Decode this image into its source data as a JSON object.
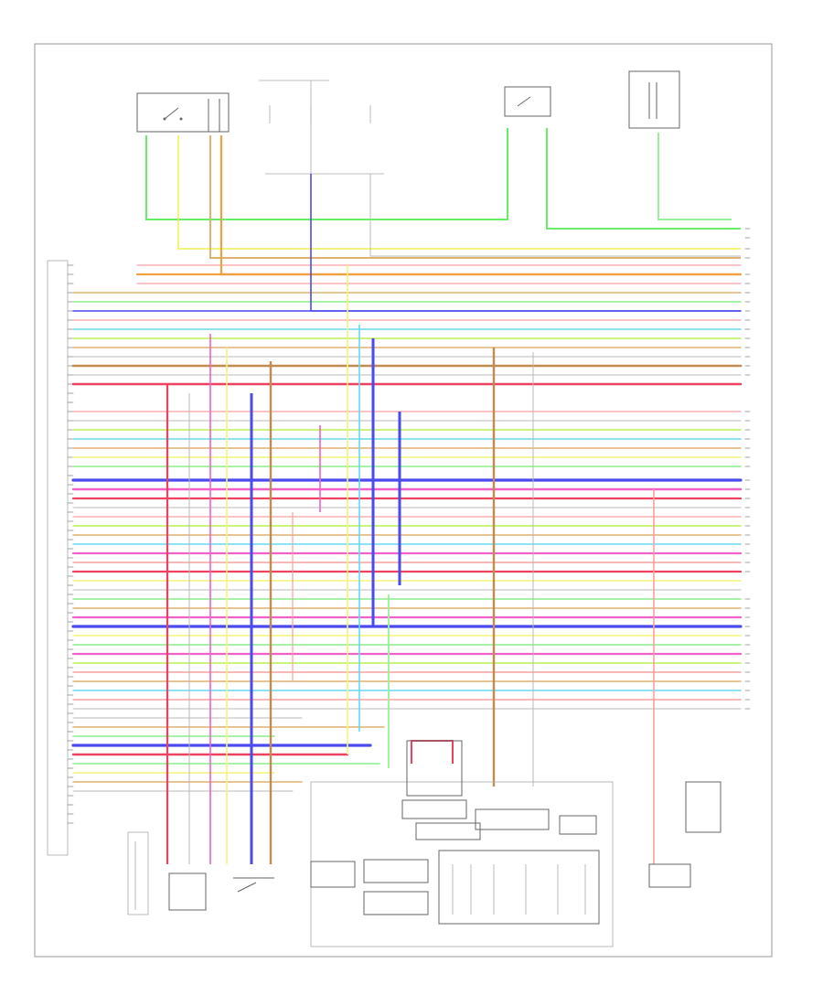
{
  "page": {
    "page_number": ""
  },
  "colors": {
    "green": "#66ee66",
    "light_green": "#99f099",
    "yellow": "#f4f47a",
    "orange": "#f0a040",
    "tan": "#e0b070",
    "blue": "#4a4aee",
    "light_blue": "#66d8f0",
    "pink": "#f060c8",
    "red": "#f04060",
    "light_red": "#f8a0a0",
    "gray": "#b8b8b8",
    "dark_brown": "#c08a50",
    "lime": "#b8f050"
  },
  "diagram": {
    "top_components": [
      {
        "id": "ac-compressor-relay",
        "label": ""
      },
      {
        "id": "fuse-box",
        "label": ""
      },
      {
        "id": "brake-switch",
        "label": ""
      },
      {
        "id": "position-sensor",
        "label": ""
      }
    ],
    "bottom_components": [
      {
        "id": "left-sensor",
        "label": ""
      },
      {
        "id": "sensor-a",
        "label": ""
      },
      {
        "id": "sensor-b",
        "label": ""
      },
      {
        "id": "control-module",
        "label": ""
      },
      {
        "id": "motor-unit",
        "label": ""
      },
      {
        "id": "ground-sensor",
        "label": ""
      }
    ],
    "wire_colors": []
  }
}
